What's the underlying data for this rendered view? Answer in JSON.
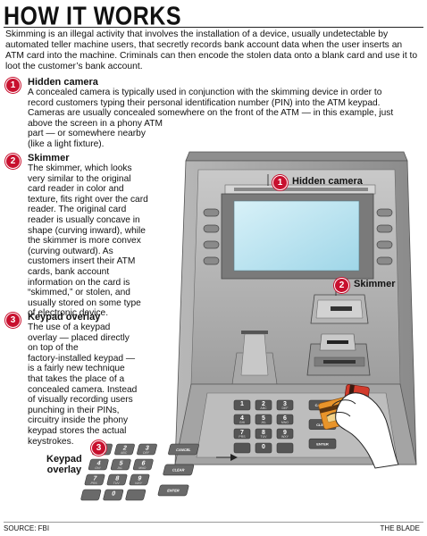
{
  "title": "HOW IT WORKS",
  "intro": "Skimming is an illegal activity that involves the installation of a device, usually undetectable by automated teller machine users, that secretly records bank account data when the user inserts an ATM card into the machine. Criminals can then encode the stolen data onto a blank card and use it to loot the customer’s bank account.",
  "steps": [
    {
      "number": "1",
      "heading": "Hidden camera",
      "lines": [
        "A concealed camera is typically used in conjunction with the skimming device in order to",
        "record customers typing their personal identification number (PIN) into the ATM keypad.",
        "Cameras are usually concealed somewhere on the front of the ATM — in this example, just",
        "above the screen in a phony ATM",
        "part — or somewhere nearby",
        "(like a light fixture)."
      ]
    },
    {
      "number": "2",
      "heading": "Skimmer",
      "lines": [
        "The skimmer, which looks",
        "very similar to the original",
        "card reader in color and",
        "texture, fits right over the card",
        "reader. The original card",
        "reader is usually concave in",
        "shape (curving inward), while",
        "the skimmer is more convex",
        "(curving outward). As",
        "customers insert their ATM",
        "cards, bank account",
        "information on the card is",
        "“skimmed,” or stolen, and",
        "usually stored on some type",
        "of electronic device."
      ]
    },
    {
      "number": "3",
      "heading": "Keypad overlay",
      "lines": [
        "The use of a keypad",
        "overlay — placed directly",
        "on top of the",
        "factory-installed keypad —",
        "is a fairly new technique",
        "that takes the place of a",
        "concealed camera. Instead",
        "of visually recording users",
        "punching in their PINs,",
        "circuitry inside the phony",
        "keypad stores the actual",
        "keystrokes."
      ]
    }
  ],
  "callouts": {
    "camera": {
      "number": "1",
      "label": "Hidden camera"
    },
    "skimmer": {
      "number": "2",
      "label": "Skimmer"
    },
    "keypad": {
      "number": "3",
      "label_line1": "Keypad",
      "label_line2": "overlay"
    }
  },
  "keypad": {
    "digits": [
      [
        "1",
        "2",
        "3"
      ],
      [
        "4",
        "5",
        "6"
      ],
      [
        "7",
        "8",
        "9"
      ],
      [
        "",
        "0",
        ""
      ]
    ],
    "letters": [
      [
        "",
        "ABC",
        "DEF"
      ],
      [
        "GHI",
        "JKL",
        "MNO"
      ],
      [
        "PRS",
        "TUV",
        "WXY"
      ],
      [
        "",
        "",
        ""
      ]
    ],
    "function_keys": [
      "CANCEL",
      "CLEAR",
      "ENTER"
    ]
  },
  "footer": {
    "source": "SOURCE: FBI",
    "credit": "THE BLADE"
  },
  "colors": {
    "badge_red": "#c8102e",
    "atm_gray": "#9a9a9a",
    "screen_blue": "#b9e4f0",
    "card_orange": "#e8942a"
  }
}
